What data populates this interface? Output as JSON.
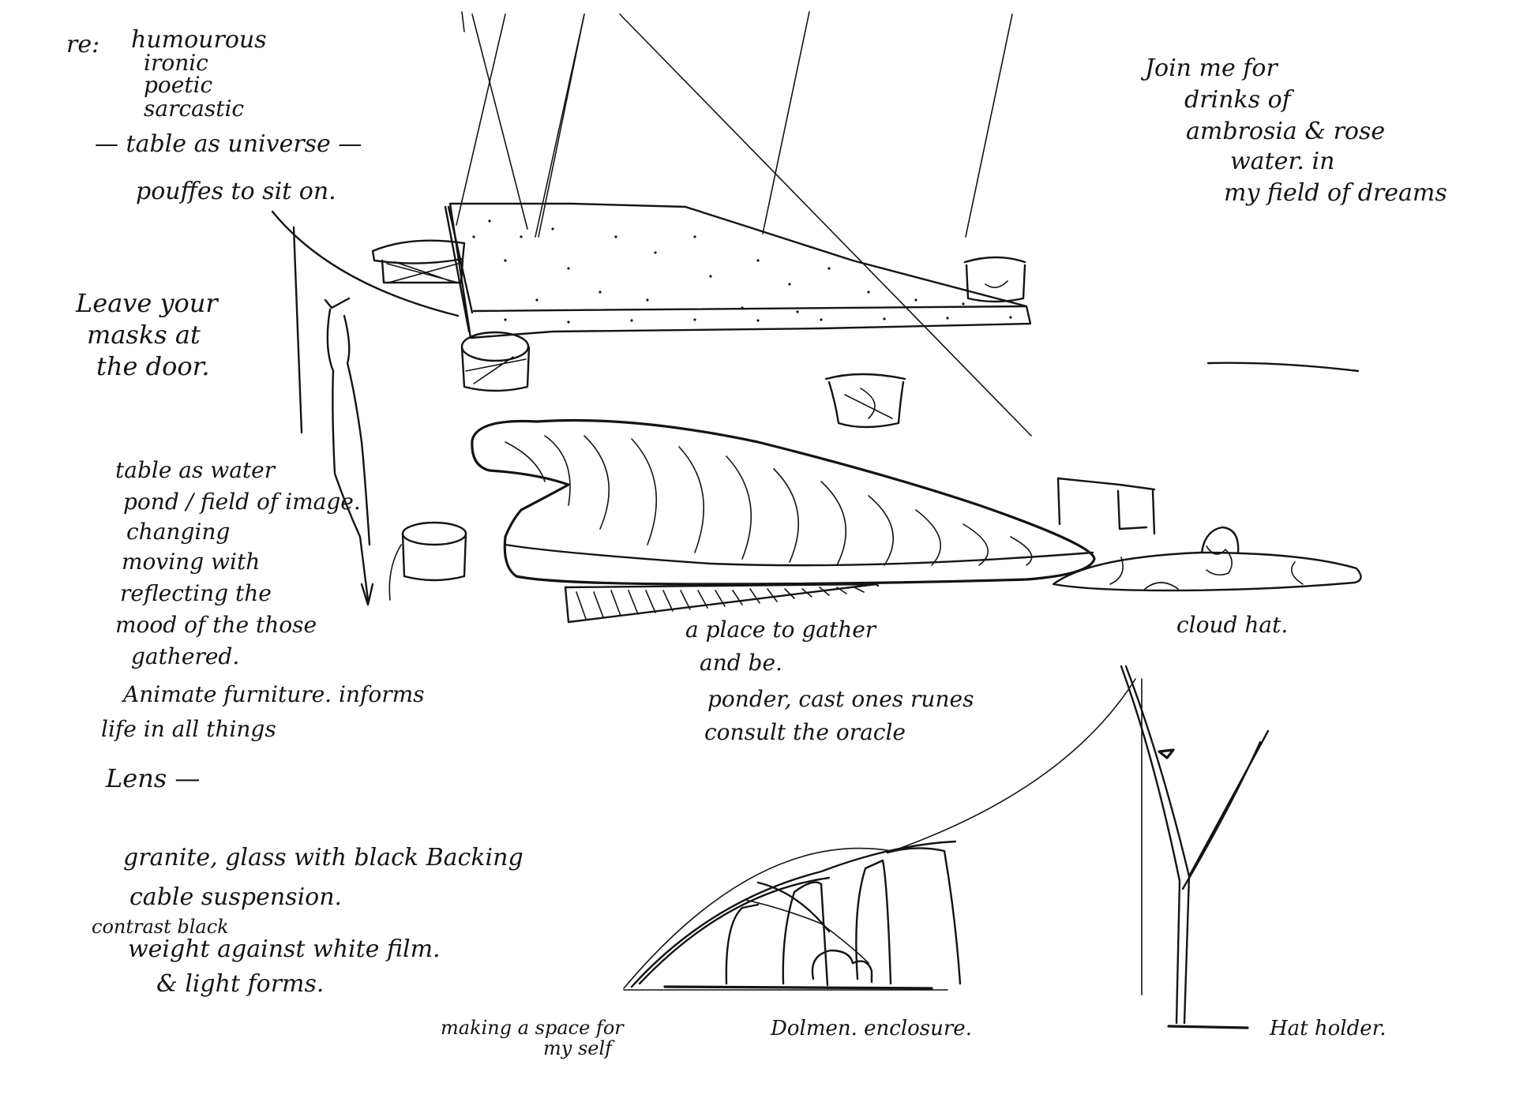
{
  "sheet": {
    "background": "#ffffff",
    "ink": "#141414"
  },
  "notes": {
    "tone": {
      "prefix": "re:",
      "items": [
        "humourous",
        "ironic",
        "poetic",
        "sarcastic"
      ]
    },
    "table_universe": "— table as universe —",
    "pouffes": "pouffes to sit on.",
    "masks": [
      "Leave your",
      "masks at",
      "the door."
    ],
    "invite": [
      "Join me for",
      "drinks of",
      "ambrosia & rose",
      "water. in",
      "my field of dreams"
    ],
    "water_table": [
      "table as water",
      "pond / field of image.",
      "changing",
      "moving with",
      "reflecting the",
      "mood of the those",
      "gathered."
    ],
    "animate": [
      "Animate furniture. informs",
      "life in all things"
    ],
    "lens": "Lens —",
    "materials": [
      "granite, glass with black Backing",
      "cable suspension.",
      "contrast black",
      "weight against white film.",
      "& light forms."
    ],
    "gather": [
      "a place to gather",
      "and be.",
      "ponder, cast ones runes",
      "consult the oracle"
    ],
    "cloud_hat": "cloud hat.",
    "making_space": [
      "making a space for",
      "my self"
    ],
    "dolmen": "Dolmen. enclosure.",
    "hat_holder": "Hat holder."
  },
  "drawings": [
    "suspended-granite-slab",
    "suspension-cables",
    "pouf-drum-left",
    "pouf-drum-center",
    "pouf-drum-right",
    "pouf-drum-lower",
    "hand-with-cable",
    "water-pond-table",
    "hatched-table-base",
    "small-pouf-left",
    "small-cube-stool",
    "cloud-hat",
    "dolmen-enclosure",
    "hat-holder-tree",
    "right-dash-line"
  ]
}
